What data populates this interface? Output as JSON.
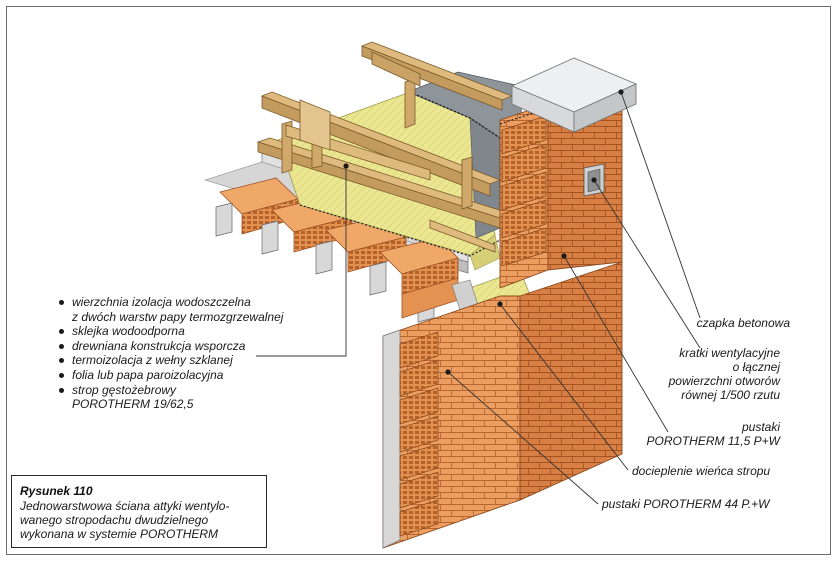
{
  "legend": {
    "items": [
      "wierzchnia izolacja wodoszczelna",
      "z dwóch warstw papy termozgrzewalnej",
      "sklejka wodoodporna",
      "drewniana konstrukcja wsporcza",
      "termoizolacja z wełny szklanej",
      "folia lub papa paroizolacyjna",
      "strop gęstożebrowy",
      "POROTHERM 19/62,5"
    ]
  },
  "labels": {
    "cap": "czapka betonowa",
    "vent_1": "kratki wentylacyjne",
    "vent_2": "o łącznej",
    "vent_3": "powierzchni otworów",
    "vent_4": "równej 1/500 rzutu",
    "blocks_small_1": "pustaki",
    "blocks_small_2": "POROTHERM 11,5 P+W",
    "ring_insulation": "docieplenie wieńca stropu",
    "blocks_large": "pustaki POROTHERM 44 P.+W"
  },
  "caption": {
    "title": "Rysunek 110",
    "line1": "Jednowarstwowa ściana attyki wentylo-",
    "line2": "wanego stropodachu dwudzielnego",
    "line3": "wykonana w systemie POROTHERM"
  },
  "colors": {
    "brick": "#e89a5c",
    "brick_shade": "#c9733a",
    "insulation": "#e7e38a",
    "timber": "#d9b57a",
    "membrane": "#9aa3a8",
    "concrete": "#e6e8ea"
  }
}
